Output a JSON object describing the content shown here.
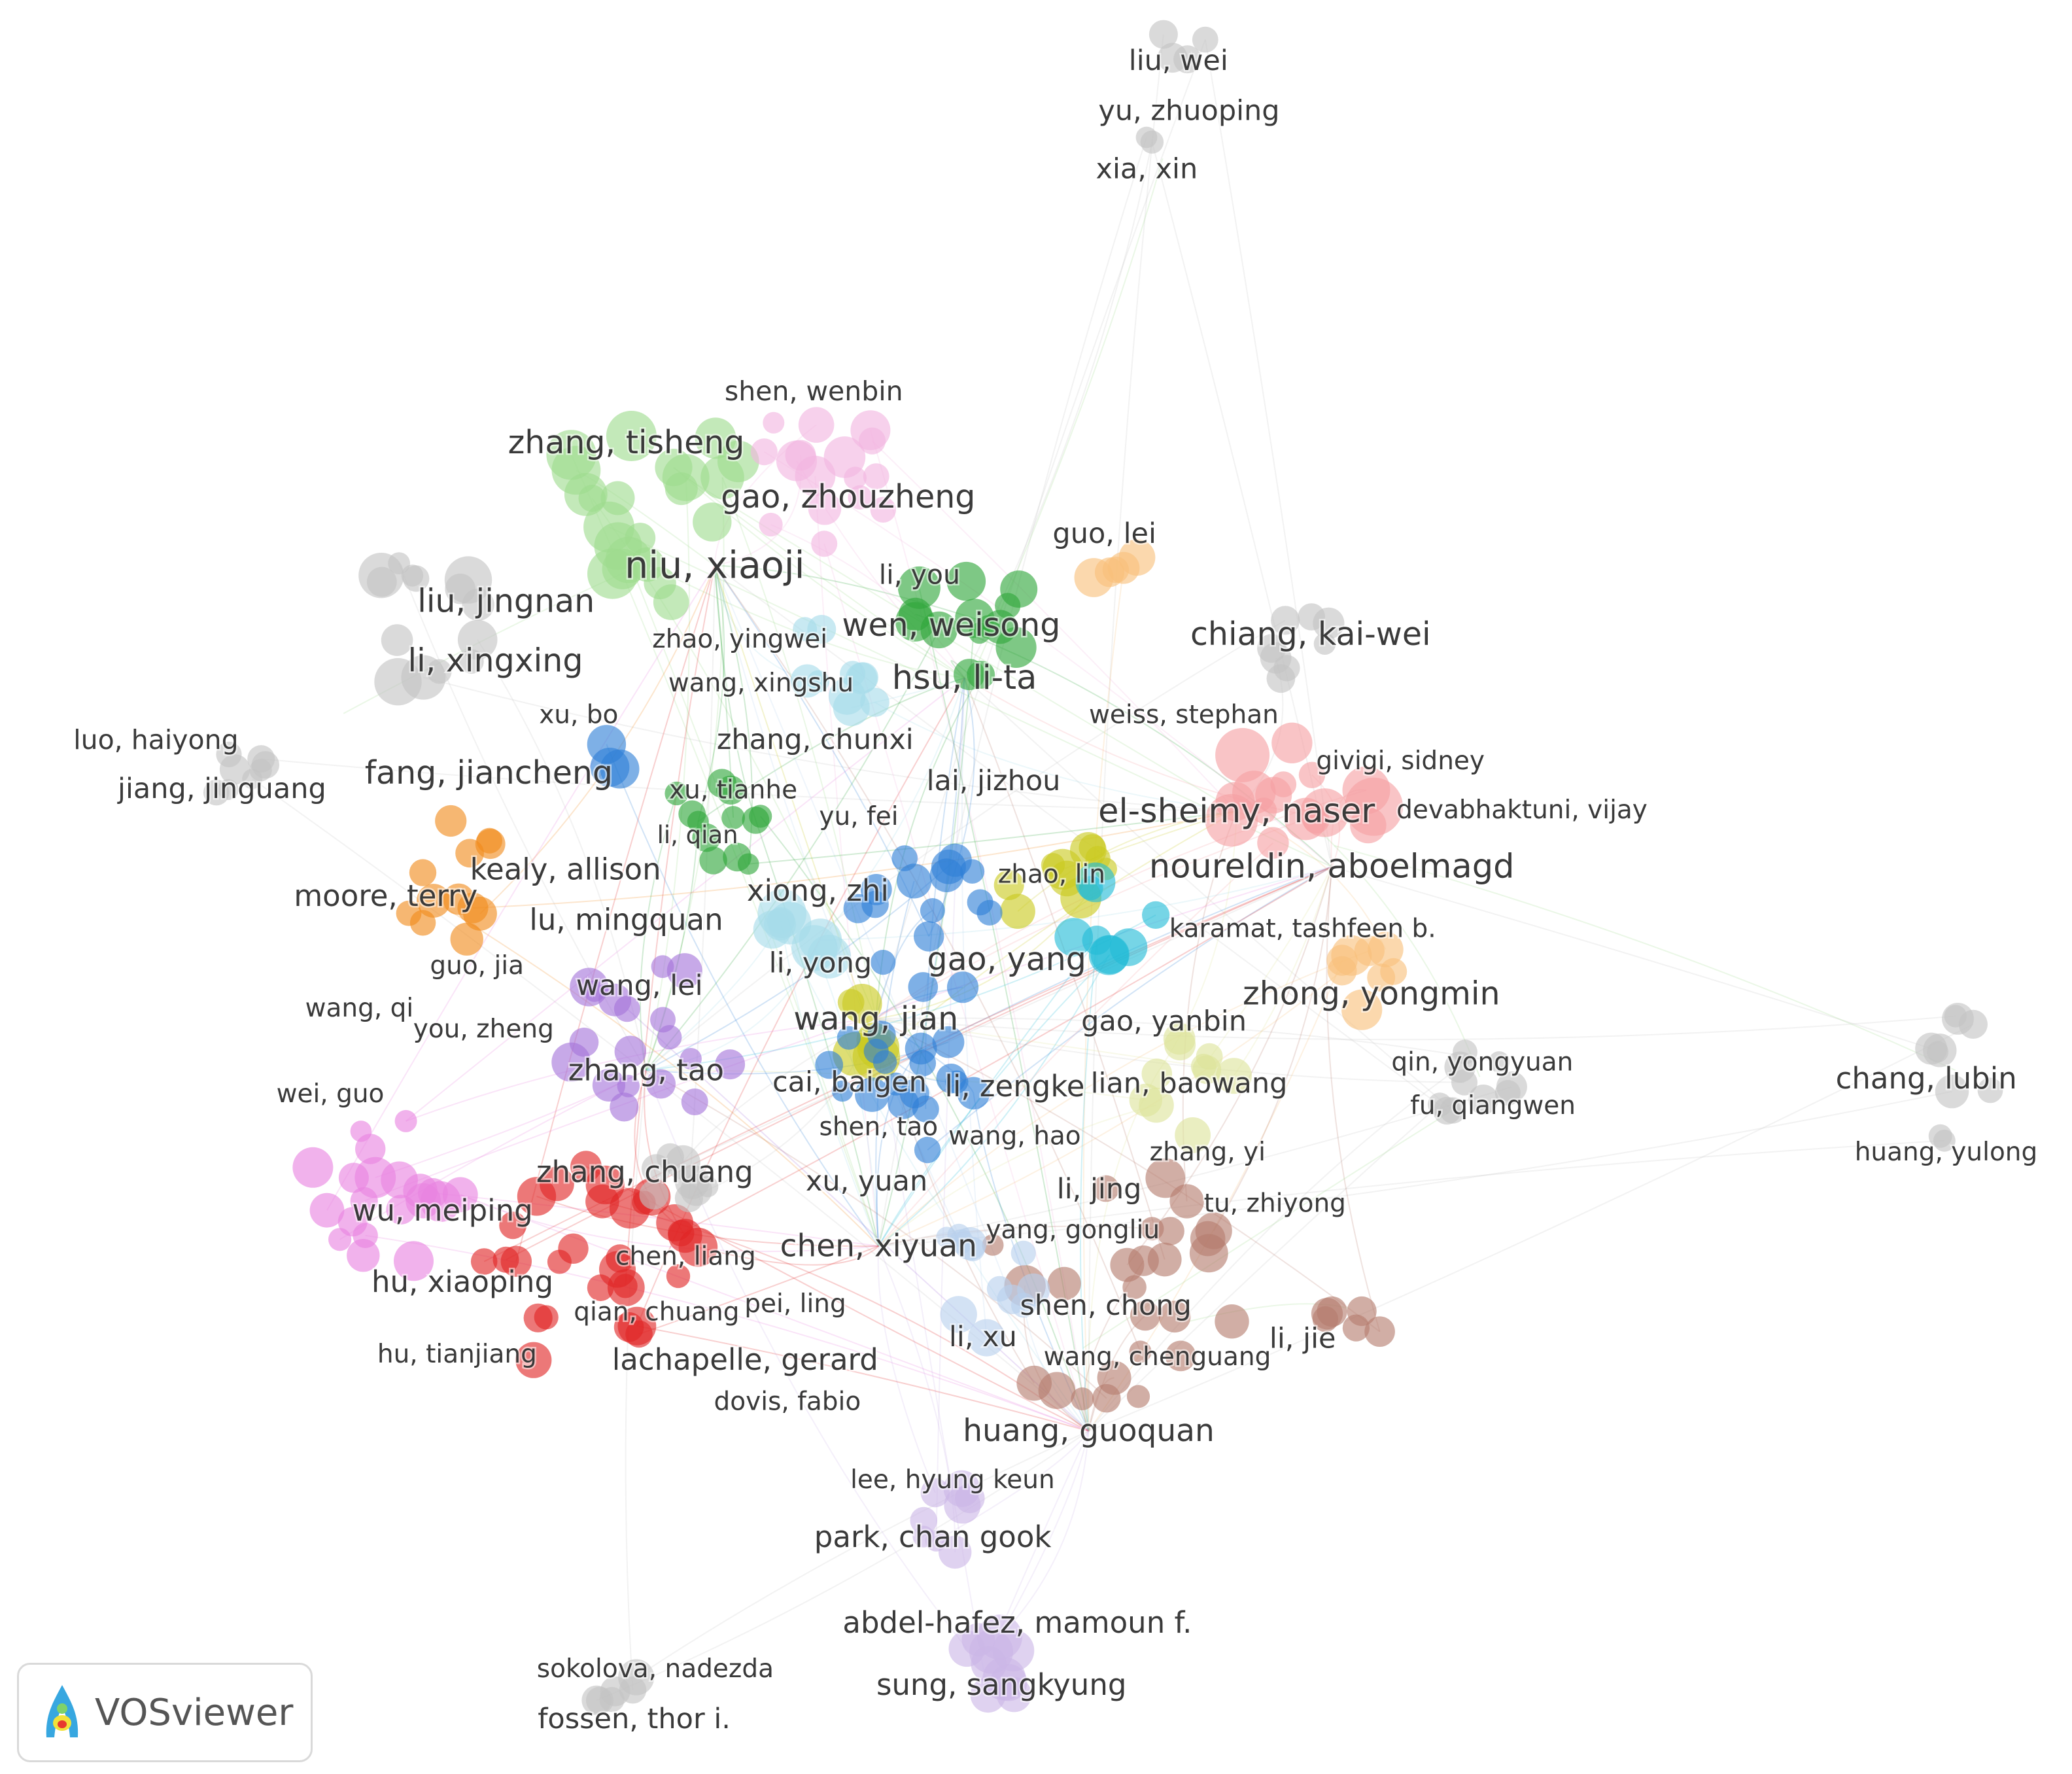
{
  "app": "VOSviewer",
  "colors": {
    "green_light": "#9edc8e",
    "pink": "#f2b5e0",
    "gray": "#c4c4c4",
    "green": "#2fa63a",
    "orange_light": "#f8c07a",
    "cyan_light": "#a6dcea",
    "cyan": "#22bcd6",
    "blue": "#2f7fd6",
    "salmon": "#f6a0a3",
    "olive": "#c9c91e",
    "olive_light": "#dde39b",
    "orange": "#f18a1c",
    "purple": "#a574da",
    "magenta": "#e882e0",
    "red": "#e02525",
    "brown": "#b57c6e",
    "light_blue": "#b8d1ee",
    "lavender": "#cbb6e6",
    "label": "#3a3a3a"
  },
  "labels": [
    {
      "text": "liu, wei",
      "c": "gray",
      "s": 42
    },
    {
      "text": "yu, zhuoping",
      "c": "gray",
      "s": 42
    },
    {
      "text": "xia, xin",
      "c": "gray",
      "s": 42
    },
    {
      "text": "shen, wenbin",
      "c": "pink",
      "s": 40
    },
    {
      "text": "zhang, tisheng",
      "c": "green_light",
      "s": 48
    },
    {
      "text": "gao, zhouzheng",
      "c": "pink",
      "s": 48
    },
    {
      "text": "niu, xiaoji",
      "c": "green_light",
      "s": 56
    },
    {
      "text": "guo, lei",
      "c": "orange_light",
      "s": 42
    },
    {
      "text": "li, you",
      "c": "pink",
      "s": 40
    },
    {
      "text": "liu, jingnan",
      "c": "gray",
      "s": 48
    },
    {
      "text": "wen, weisong",
      "c": "green",
      "s": 48
    },
    {
      "text": "chiang, kai-wei",
      "c": "gray",
      "s": 48
    },
    {
      "text": "zhao, yingwei",
      "c": "cyan_light",
      "s": 38
    },
    {
      "text": "li, xingxing",
      "c": "gray",
      "s": 48
    },
    {
      "text": "wang, xingshu",
      "c": "cyan_light",
      "s": 38
    },
    {
      "text": "hsu, li-ta",
      "c": "green",
      "s": 50
    },
    {
      "text": "weiss, stephan",
      "c": "olive",
      "s": 38
    },
    {
      "text": "xu, bo",
      "c": "green",
      "s": 38
    },
    {
      "text": "givigi, sidney",
      "c": "salmon",
      "s": 38
    },
    {
      "text": "zhang, chunxi",
      "c": "cyan_light",
      "s": 42
    },
    {
      "text": "luo, haiyong",
      "c": "gray",
      "s": 40
    },
    {
      "text": "fang, jiancheng",
      "c": "gray",
      "s": 48
    },
    {
      "text": "xu, tianhe",
      "c": "blue",
      "s": 38
    },
    {
      "text": "lai, jizhou",
      "c": "cyan",
      "s": 42
    },
    {
      "text": "el-sheimy, naser",
      "c": "salmon",
      "s": 50
    },
    {
      "text": "devabhaktuni, vijay",
      "c": "gray",
      "s": 38
    },
    {
      "text": "jiang, jinguang",
      "c": "gray",
      "s": 42
    },
    {
      "text": "yu, fei",
      "c": "green",
      "s": 38
    },
    {
      "text": "li, qian",
      "c": "green",
      "s": 36
    },
    {
      "text": "kealy, allison",
      "c": "orange",
      "s": 44
    },
    {
      "text": "zhao, lin",
      "c": "olive",
      "s": 38
    },
    {
      "text": "noureldin, aboelmagd",
      "c": "salmon",
      "s": 50
    },
    {
      "text": "moore, terry",
      "c": "orange",
      "s": 44
    },
    {
      "text": "xiong, zhi",
      "c": "cyan",
      "s": 44
    },
    {
      "text": "lu, mingquan",
      "c": "orange",
      "s": 44
    },
    {
      "text": "karamat, tashfeen b.",
      "c": "salmon",
      "s": 38
    },
    {
      "text": "guo, jia",
      "c": "orange",
      "s": 38
    },
    {
      "text": "li, yong",
      "c": "cyan_light",
      "s": 42
    },
    {
      "text": "gao, yang",
      "c": "olive",
      "s": 48
    },
    {
      "text": "wang, qi",
      "c": "magenta",
      "s": 38
    },
    {
      "text": "wang, lei",
      "c": "purple",
      "s": 42
    },
    {
      "text": "zhong, yongmin",
      "c": "orange_light",
      "s": 48
    },
    {
      "text": "you, zheng",
      "c": "green",
      "s": 38
    },
    {
      "text": "wang, jian",
      "c": "olive",
      "s": 48
    },
    {
      "text": "gao, yanbin",
      "c": "olive",
      "s": 42
    },
    {
      "text": "qin, yongyuan",
      "c": "gray",
      "s": 38
    },
    {
      "text": "zhang, tao",
      "c": "purple",
      "s": 44
    },
    {
      "text": "chang, lubin",
      "c": "gray",
      "s": 44
    },
    {
      "text": "wei, guo",
      "c": "magenta",
      "s": 38
    },
    {
      "text": "cai, baigen",
      "c": "blue",
      "s": 42
    },
    {
      "text": "li, zengke",
      "c": "blue",
      "s": 44
    },
    {
      "text": "lian, baowang",
      "c": "olive_light",
      "s": 42
    },
    {
      "text": "fu, qiangwen",
      "c": "gray",
      "s": 38
    },
    {
      "text": "shen, tao",
      "c": "cyan",
      "s": 38
    },
    {
      "text": "wang, hao",
      "c": "cyan",
      "s": 38
    },
    {
      "text": "zhang, yi",
      "c": "olive_light",
      "s": 38
    },
    {
      "text": "huang, yulong",
      "c": "gray",
      "s": 38
    },
    {
      "text": "zhang, chuang",
      "c": "gray",
      "s": 44
    },
    {
      "text": "xu, yuan",
      "c": "purple",
      "s": 42
    },
    {
      "text": "li, jing",
      "c": "light_blue",
      "s": 42
    },
    {
      "text": "tu, zhiyong",
      "c": "olive_light",
      "s": 38
    },
    {
      "text": "wu, meiping",
      "c": "magenta",
      "s": 44
    },
    {
      "text": "yang, gongliu",
      "c": "light_blue",
      "s": 38
    },
    {
      "text": "chen, liang",
      "c": "red",
      "s": 38
    },
    {
      "text": "chen, xiyuan",
      "c": "brown",
      "s": 46
    },
    {
      "text": "hu, xiaoping",
      "c": "magenta",
      "s": 44
    },
    {
      "text": "pei, ling",
      "c": "red",
      "s": 38
    },
    {
      "text": "qian, chuang",
      "c": "red",
      "s": 38
    },
    {
      "text": "shen, chong",
      "c": "brown",
      "s": 42
    },
    {
      "text": "li, xu",
      "c": "light_blue",
      "s": 42
    },
    {
      "text": "li, jie",
      "c": "brown",
      "s": 42
    },
    {
      "text": "hu, tianjiang",
      "c": "magenta",
      "s": 38
    },
    {
      "text": "lachapelle, gerard",
      "c": "red",
      "s": 44
    },
    {
      "text": "wang, chenguang",
      "c": "brown",
      "s": 38
    },
    {
      "text": "dovis, fabio",
      "c": "red",
      "s": 38
    },
    {
      "text": "huang, guoquan",
      "c": "brown",
      "s": 46
    },
    {
      "text": "lee, hyung keun",
      "c": "lavender",
      "s": 38
    },
    {
      "text": "park, chan gook",
      "c": "lavender",
      "s": 44
    },
    {
      "text": "abdel-hafez, mamoun f.",
      "c": "lavender",
      "s": 44
    },
    {
      "text": "sokolova, nadezda",
      "c": "gray",
      "s": 38
    },
    {
      "text": "sung, sangkyung",
      "c": "lavender",
      "s": 44
    },
    {
      "text": "fossen, thor i.",
      "c": "gray",
      "s": 42
    }
  ],
  "node_colors": [
    "green_light",
    "pink",
    "gray",
    "green",
    "orange_light",
    "cyan_light",
    "cyan",
    "blue",
    "salmon",
    "olive",
    "olive_light",
    "orange",
    "purple",
    "magenta",
    "red",
    "brown",
    "light_blue",
    "lavender"
  ]
}
